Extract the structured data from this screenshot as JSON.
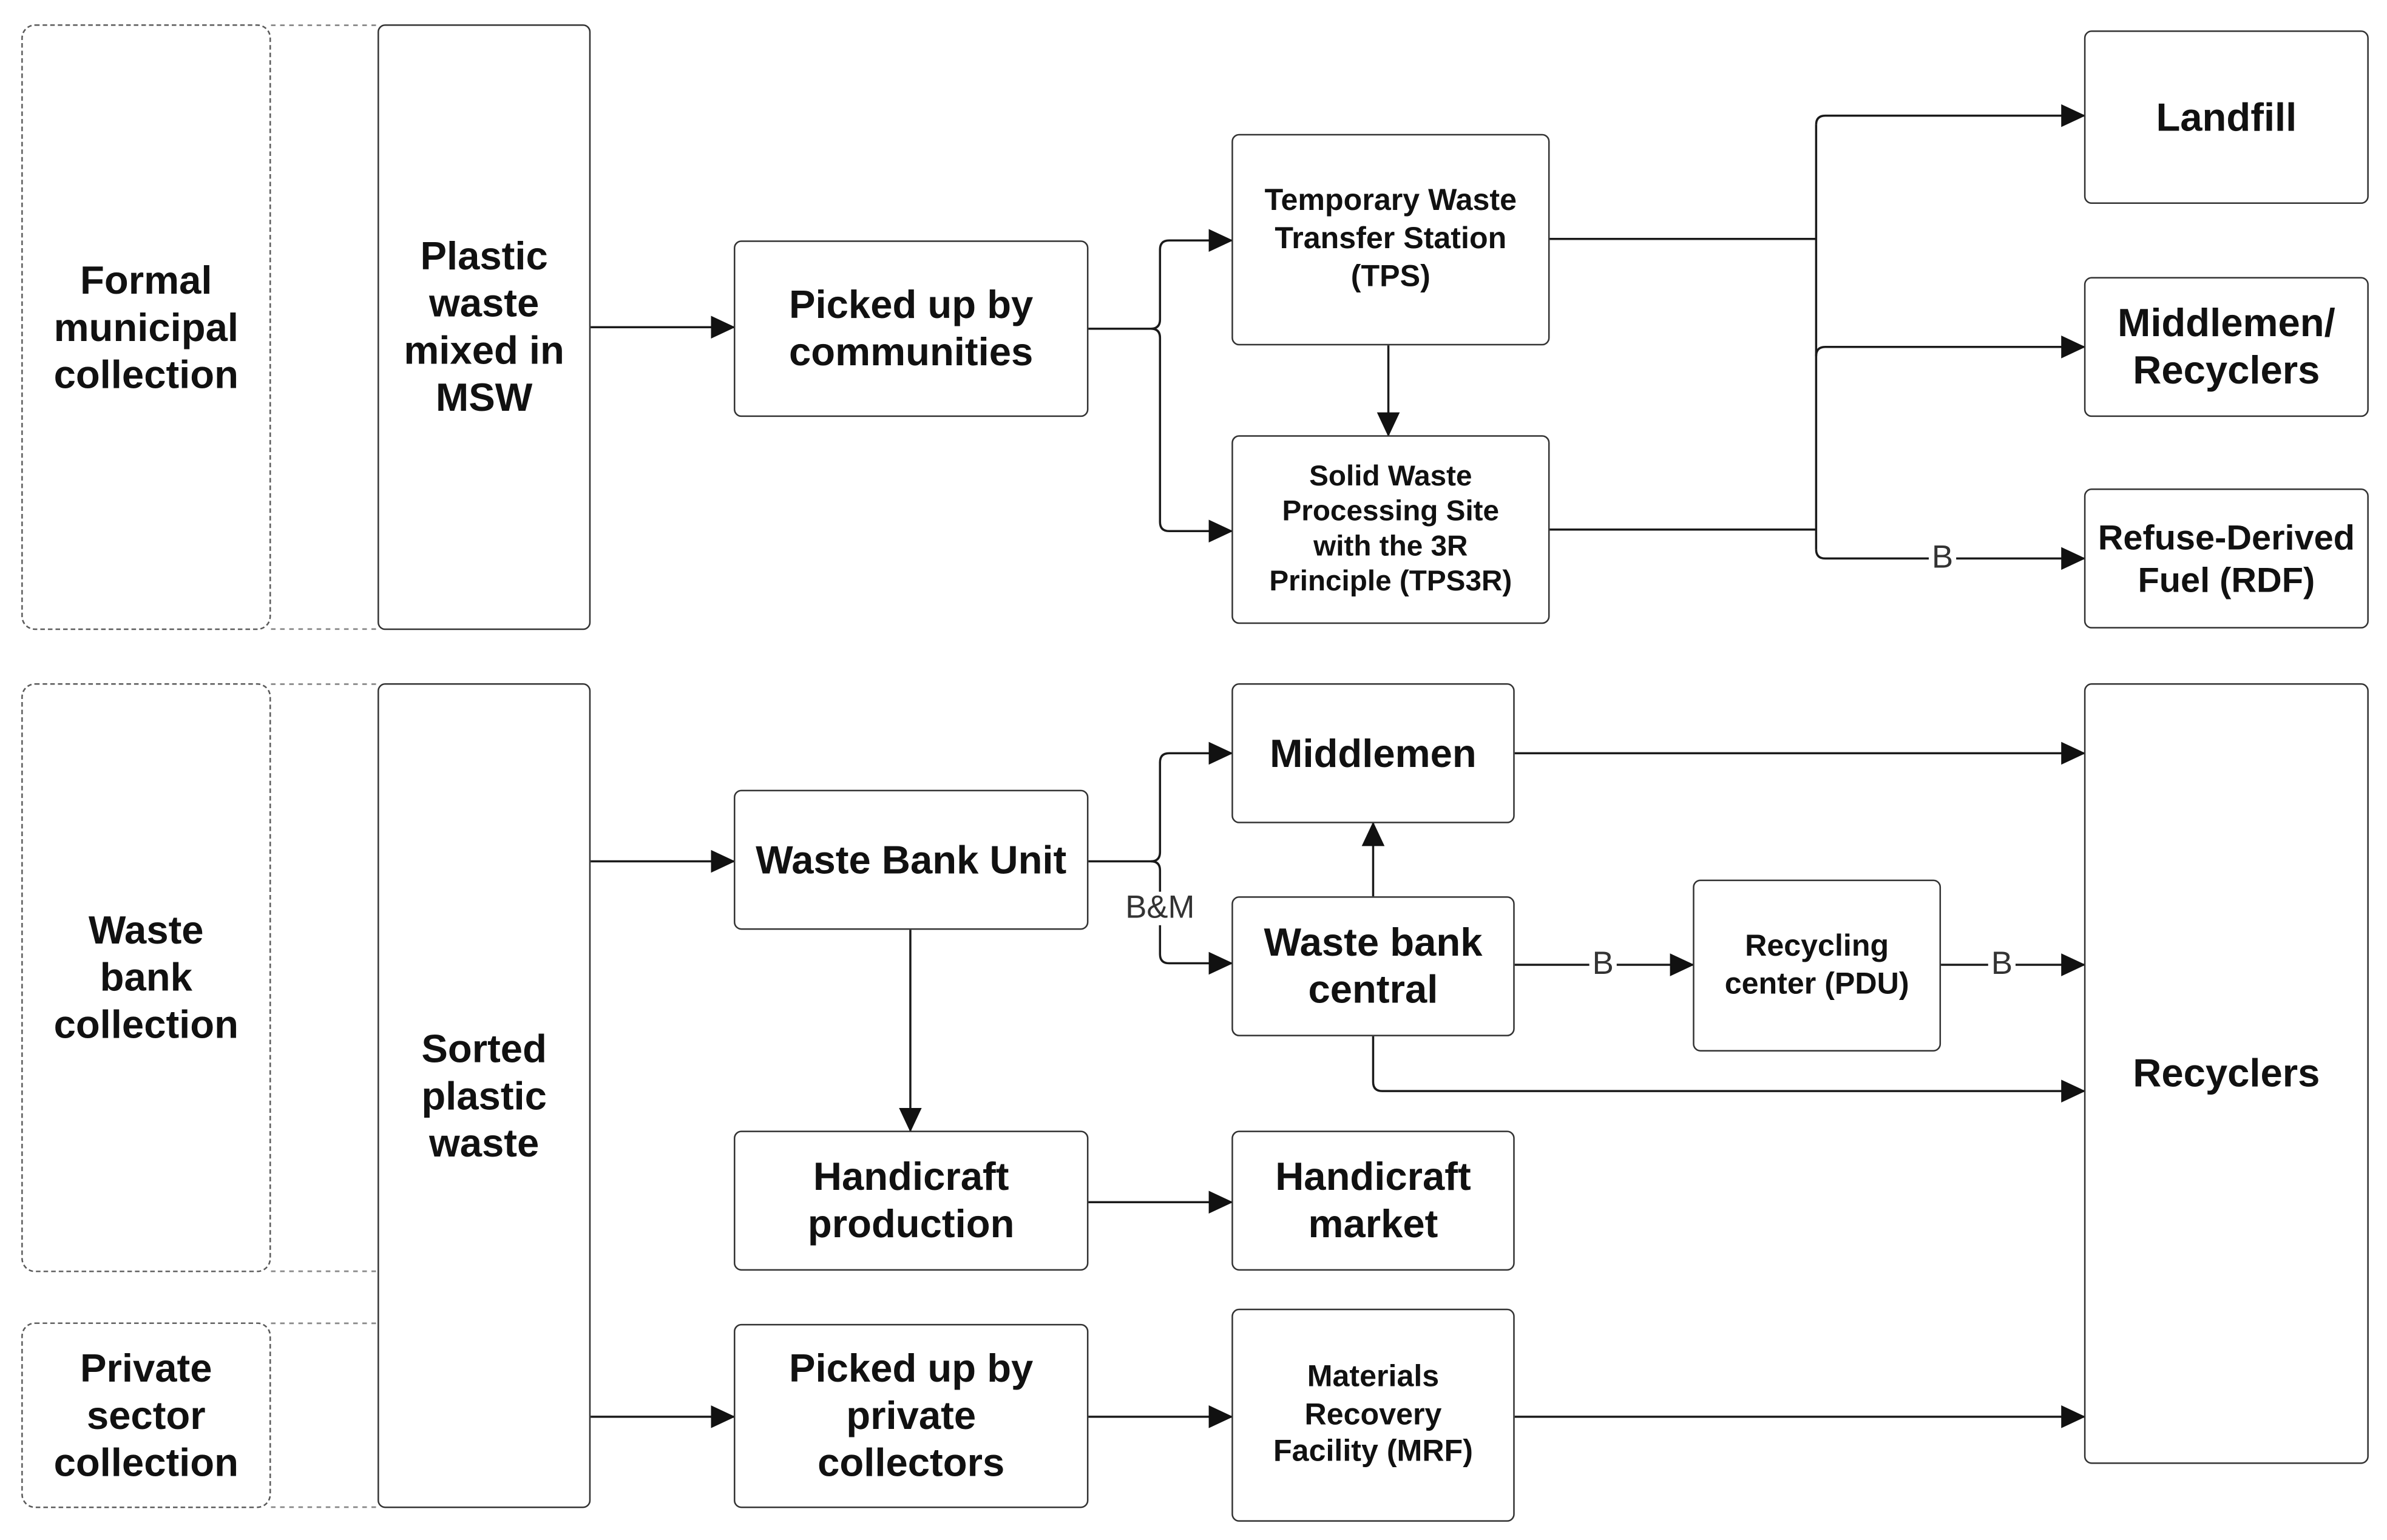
{
  "diagram": {
    "collection_channels": {
      "formal": "Formal\nmunicipal\ncollection",
      "waste_bank": "Waste\nbank\ncollection",
      "private_sector": "Private\nsector\ncollection"
    },
    "waste_streams": {
      "mixed_msw": "Plastic\nwaste\nmixed in\nMSW",
      "sorted": "Sorted\nplastic\nwaste"
    },
    "nodes": {
      "picked_up_communities": "Picked up by\ncommunities",
      "tps": "Temporary Waste\nTransfer Station\n(TPS)",
      "tps3r": "Solid Waste\nProcessing Site\nwith the 3R\nPrinciple (TPS3R)",
      "landfill": "Landfill",
      "middlemen_recyclers": "Middlemen/\nRecyclers",
      "rdf": "Refuse-Derived\nFuel (RDF)",
      "waste_bank_unit": "Waste Bank Unit",
      "middlemen": "Middlemen",
      "waste_bank_central": "Waste bank\ncentral",
      "recycling_center": "Recycling\ncenter (PDU)",
      "recyclers": "Recyclers",
      "handicraft_production": "Handicraft\nproduction",
      "handicraft_market": "Handicraft\nmarket",
      "picked_up_private": "Picked up by\nprivate\ncollectors",
      "mrf": "Materials\nRecovery\nFacility (MRF)"
    },
    "edge_labels": {
      "tps3r_to_rdf": "B",
      "waste_bank_unit_to_central": "B&M",
      "central_to_recycling_center": "B",
      "recycling_center_to_recyclers": "B"
    }
  }
}
